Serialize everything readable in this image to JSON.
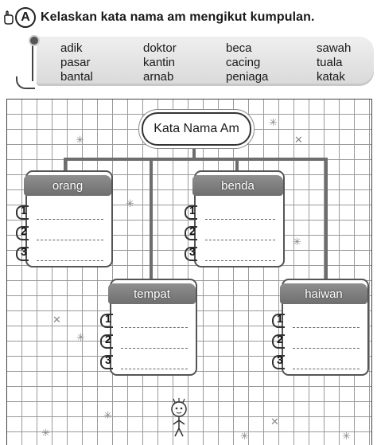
{
  "instruction": {
    "badge": "A",
    "text": "Kelaskan kata nama am mengikut kumpulan."
  },
  "word_bank": [
    "adik",
    "doktor",
    "beca",
    "sawah",
    "pasar",
    "kantin",
    "cacing",
    "tuala",
    "bantal",
    "arnab",
    "peniaga",
    "katak"
  ],
  "diagram": {
    "title": "Kata Nama Am",
    "categories": [
      {
        "label": "orang",
        "slots": [
          "1",
          "2",
          "3"
        ]
      },
      {
        "label": "benda",
        "slots": [
          "1",
          "2",
          "3"
        ]
      },
      {
        "label": "tempat",
        "slots": [
          "1",
          "2",
          "3"
        ]
      },
      {
        "label": "haiwan",
        "slots": [
          "1",
          "2",
          "3"
        ]
      }
    ]
  },
  "colors": {
    "tab": "#7a7a7a",
    "wordbank": "#e0e0e0",
    "grid": "#9a9a9a"
  }
}
